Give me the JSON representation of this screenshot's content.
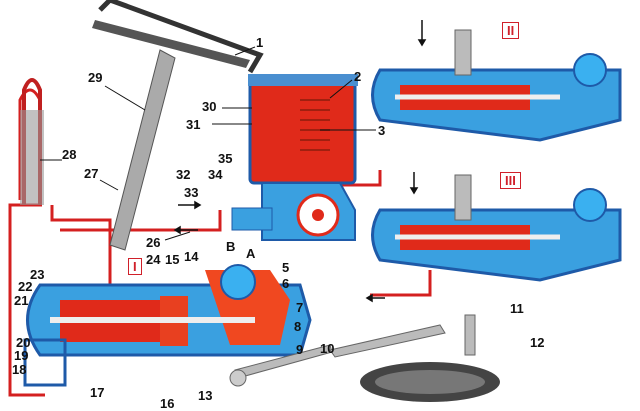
{
  "title": "Power steering system diagram",
  "colors": {
    "pressure": "#e8231c",
    "return": "#2f8fd8",
    "housing": "#1e5aa8",
    "metal": "#b8b8b8"
  },
  "roman_labels": [
    "I",
    "II",
    "III"
  ],
  "labels": [
    "1",
    "2",
    "3",
    "5",
    "6",
    "7",
    "8",
    "9",
    "10",
    "11",
    "12",
    "13",
    "14",
    "15",
    "16",
    "17",
    "18",
    "19",
    "20",
    "21",
    "22",
    "23",
    "24",
    "26",
    "27",
    "28",
    "29",
    "30",
    "31",
    "32",
    "33",
    "34",
    "35",
    "A",
    "B"
  ]
}
